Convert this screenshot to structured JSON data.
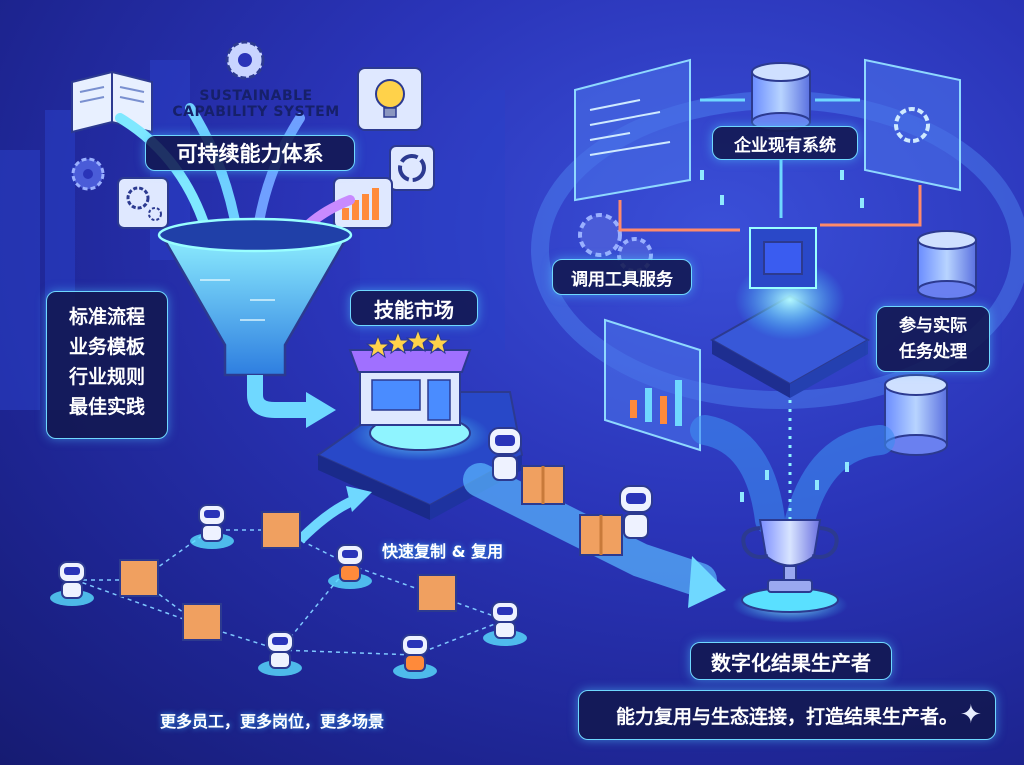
{
  "funnel": {
    "title_en": "SUSTAINABLE CAPABILITY SYSTEM",
    "title_cn": "可持续能力体系",
    "items": [
      "标准流程",
      "业务模板",
      "行业规则",
      "最佳实践"
    ]
  },
  "market": {
    "title": "技能市场",
    "copy_label": "快速复制 & 复用"
  },
  "network": {
    "caption": "更多员工，更多岗位，更多场景"
  },
  "system": {
    "existing": "企业现有系统",
    "call_tools": "调用工具服务",
    "task_processing": "参与实际\n任务处理"
  },
  "result": {
    "title": "数字化结果生产者"
  },
  "footer": {
    "tagline": "能力复用与生态连接，打造结果生产者。"
  },
  "colors": {
    "accent": "#6fd8ff",
    "box_orange": "#f0a060",
    "bg": "#2a34b8"
  }
}
